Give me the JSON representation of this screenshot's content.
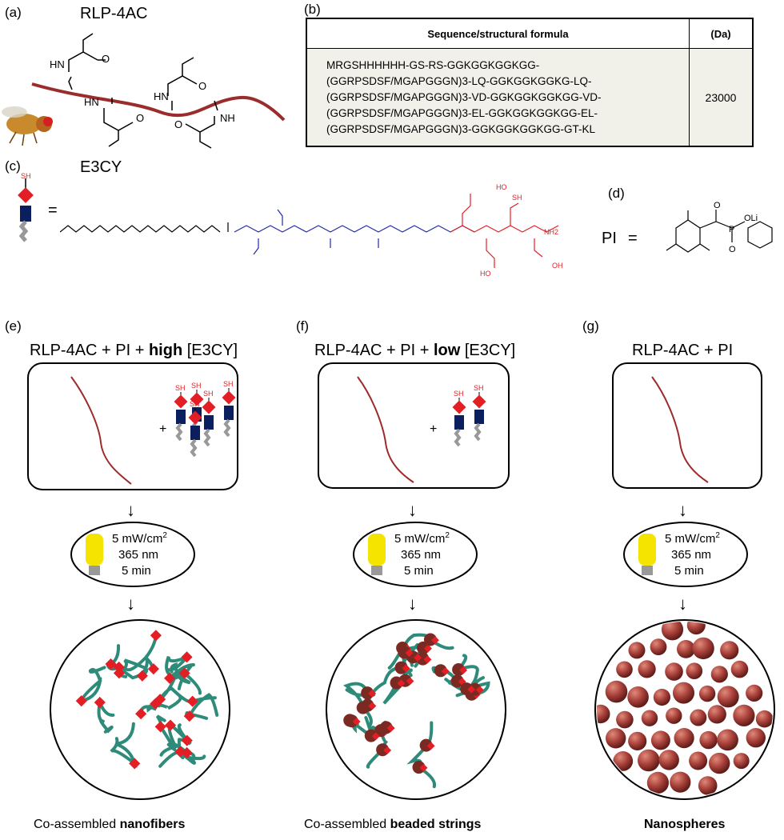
{
  "panels": {
    "a": {
      "label": "(a)",
      "title": "RLP-4AC",
      "nh": "NH",
      "hn": "HN",
      "o": "O"
    },
    "b": {
      "label": "(b)",
      "header_sequence": "Sequence/structural formula",
      "header_da": "(Da)",
      "sequence_lines": [
        "MRGSHHHHHH-GS-RS-GGKGGKGGKGG-",
        "(GGRPSDSF/MGAPGGGN)3-LQ-GGKGGKGGKG-LQ-",
        "(GGRPSDSF/MGAPGGGN)3-VD-GGKGGKGGKGG-VD-",
        "(GGRPSDSF/MGAPGGGN)3-EL-GGKGGKGGKGG-EL-",
        "(GGRPSDSF/MGAPGGGN)3-GGKGGKGGKGG-GT-KL"
      ],
      "mass": "23000"
    },
    "c": {
      "label": "(c)",
      "title": "E3CY",
      "equals": "=",
      "sh": "SH",
      "nh2": "NH2",
      "cooh": "HO",
      "oh": "OH"
    },
    "d": {
      "label": "(d)",
      "title": "PI",
      "equals": "=",
      "oli": "OLi",
      "p": "P",
      "o": "O"
    },
    "e": {
      "label": "(e)",
      "title_prefix": "RLP-4AC + PI + ",
      "title_bold": "high",
      "title_suffix": " [E3CY]",
      "caption_prefix": "Co-assembled ",
      "caption_bold": "nanofibers"
    },
    "f": {
      "label": "(f)",
      "title_prefix": "RLP-4AC + PI + ",
      "title_bold": "low",
      "title_suffix": " [E3CY]",
      "caption_prefix": "Co-assembled ",
      "caption_bold": "beaded strings"
    },
    "g": {
      "label": "(g)",
      "title": "RLP-4AC + PI",
      "caption_bold": "Nanospheres"
    }
  },
  "lamp": {
    "line1": "5 mW/cm",
    "sup": "2",
    "line2": "365 nm",
    "line3": "5 min"
  },
  "plus": "+",
  "colors": {
    "rlp_chain": "#9b2c2c",
    "fiber": "#2e8b7a",
    "crosslink": "#e31e24",
    "peptide_blue": "#1f2aa8",
    "peptide_red": "#e31e24",
    "bead": "#7a2a22",
    "bulb": "#f5e400"
  }
}
